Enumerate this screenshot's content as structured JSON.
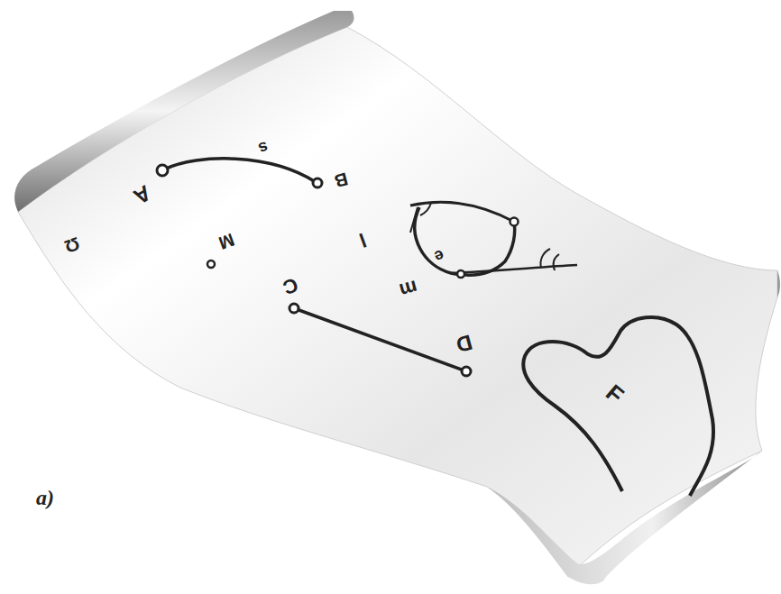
{
  "diagram": {
    "nodes": [
      {
        "text": [
          "F"
        ]
      }
    ],
    "labels": [
      "s",
      "B",
      "A",
      "M",
      "Ω",
      "C",
      "D",
      "l",
      "e",
      "m",
      "a)"
    ]
  }
}
